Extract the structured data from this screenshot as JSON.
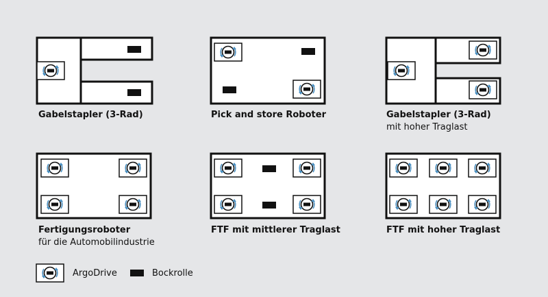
{
  "configurations": [
    {
      "title": "Gabelstapler (3-Rad)",
      "subtitle": ""
    },
    {
      "title": "Pick and store Roboter",
      "subtitle": ""
    },
    {
      "title": "Gabelstapler (3-Rad)",
      "subtitle": "mit hoher Traglast"
    },
    {
      "title": "Fertigungsroboter",
      "subtitle": "für die Automobilindustrie"
    },
    {
      "title": "FTF mit mittlerer Traglast",
      "subtitle": ""
    },
    {
      "title": "FTF mit hoher Traglast",
      "subtitle": ""
    }
  ],
  "legend": {
    "drive_label": "ArgoDrive",
    "caster_label": "Bockrolle"
  },
  "icons": {
    "drive": "argodrive-icon",
    "caster": "bockrolle-icon"
  },
  "colors": {
    "background": "#e5e6e8",
    "frame": "#111111",
    "drive_body": "#ffffff",
    "rotation_arrow": "#4a8fc0"
  }
}
